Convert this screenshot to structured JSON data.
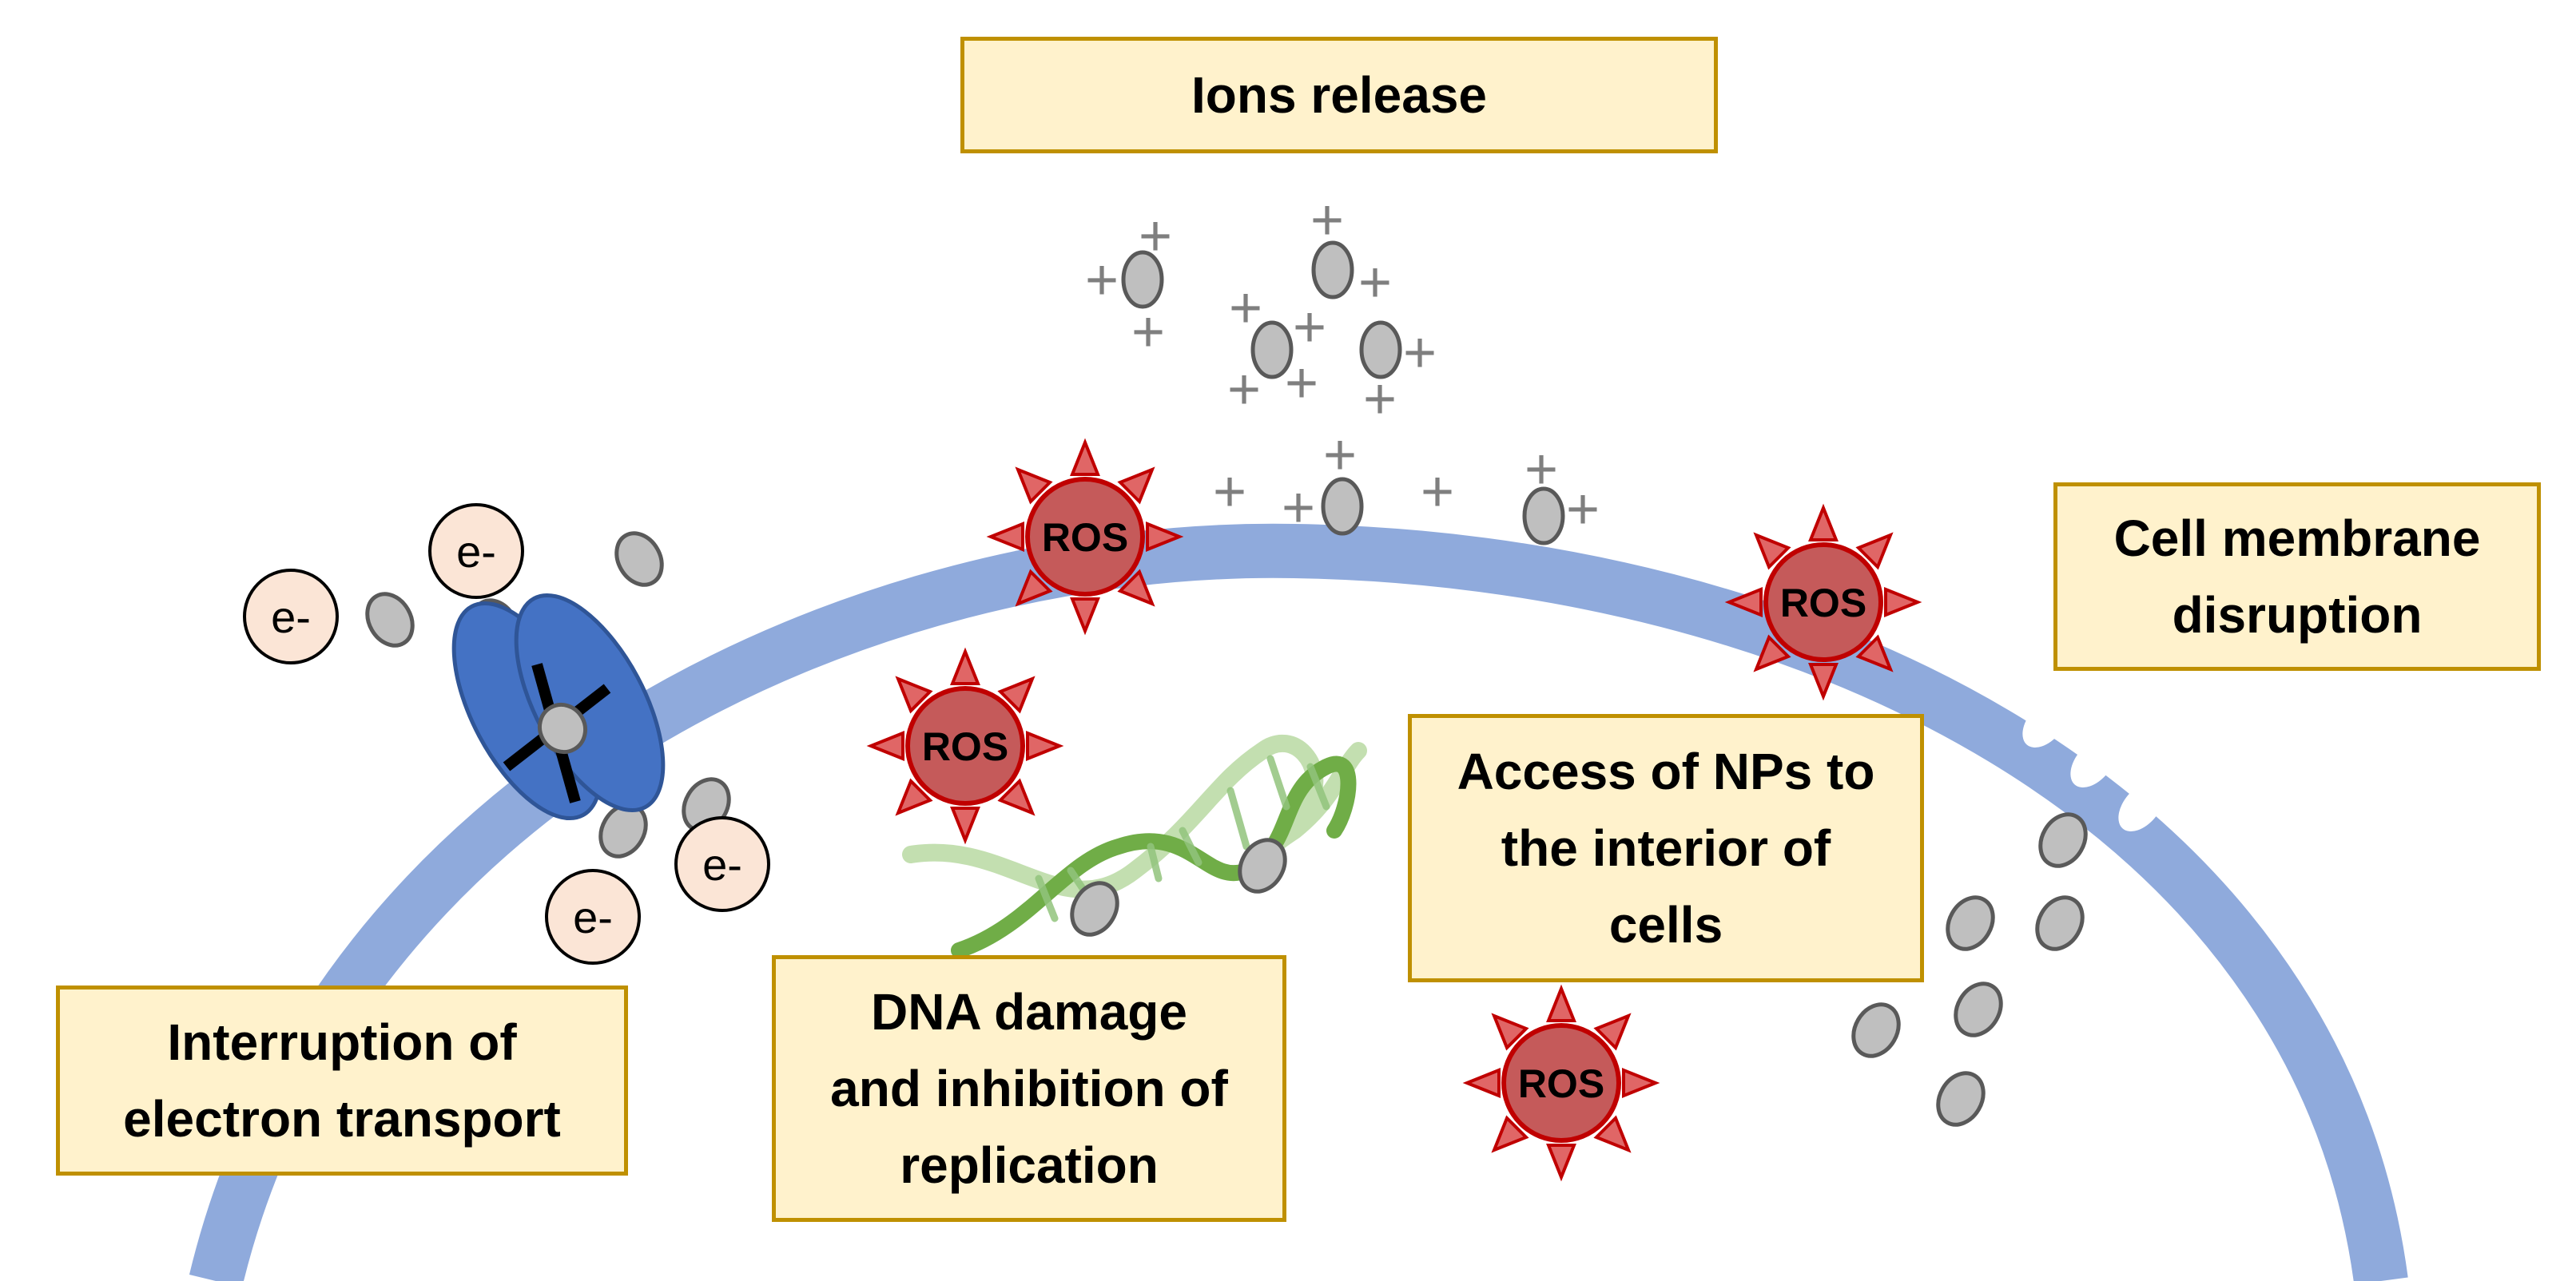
{
  "labels": {
    "ions_release": "Ions release",
    "cell_membrane": [
      "Cell membrane",
      "disruption"
    ],
    "access_nps": [
      "Access of NPs to",
      "the interior of",
      "cells"
    ],
    "dna_damage": [
      "DNA damage",
      "and inhibition of",
      "replication"
    ],
    "electron_transport": [
      "Interruption of",
      "electron transport"
    ]
  },
  "ros_label": "ROS",
  "electron_label": "e-",
  "ion_charge": "+",
  "colors": {
    "box_fill": "#fff2cc",
    "box_border": "#bf9000",
    "membrane": "#8faadc",
    "ros_fill": "#c55a5a",
    "ros_border": "#c00000",
    "nanoparticle": "#bfbfbf",
    "nanoparticle_border": "#595959",
    "electron_fill": "#fbe5d6",
    "transporter": "#4472c4",
    "dna": "#70ad47"
  }
}
